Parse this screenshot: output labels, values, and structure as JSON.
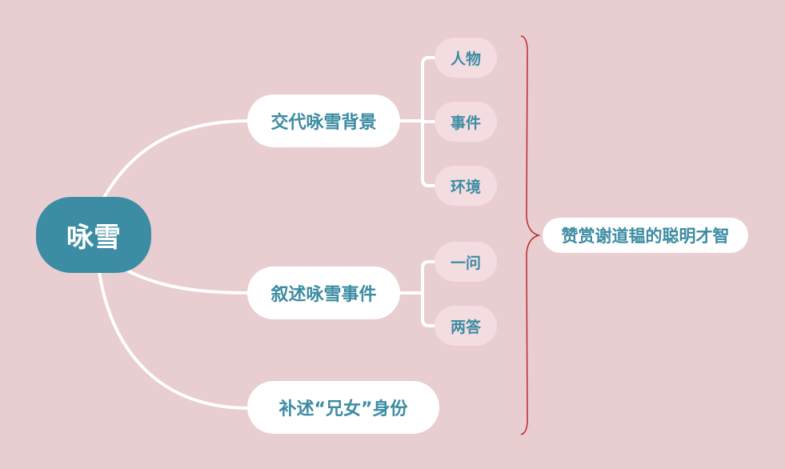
{
  "root": {
    "label": "咏雪"
  },
  "branches": [
    {
      "label": "交代咏雪背景",
      "children": [
        "人物",
        "事件",
        "环境"
      ]
    },
    {
      "label": "叙述咏雪事件",
      "children": [
        "一问",
        "两答"
      ]
    },
    {
      "label": "补述“兄女”身份",
      "children": []
    }
  ],
  "summary": {
    "label": "赞赏谢道韫的聪明才智"
  },
  "colors": {
    "background": "#e8cdd1",
    "accent": "#3c8ca3",
    "leaf": "#f3dde0",
    "bracket": "#c0282a"
  }
}
